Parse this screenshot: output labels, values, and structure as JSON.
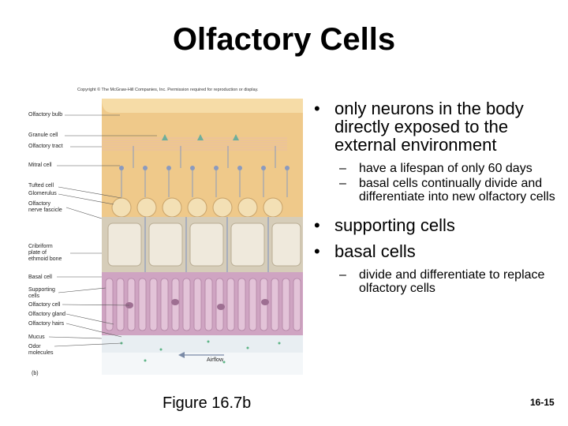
{
  "title": "Olfactory Cells",
  "copyright": "Copyright © The McGraw-Hill Companies, Inc. Permission required for reproduction or display.",
  "labels": [
    {
      "id": "olfactory-bulb",
      "text": "Olfactory bulb"
    },
    {
      "id": "granule-cell",
      "text": "Granule cell"
    },
    {
      "id": "olfactory-tract",
      "text": "Olfactory tract"
    },
    {
      "id": "mitral-cell",
      "text": "Mitral cell"
    },
    {
      "id": "tufted-cell",
      "text": "Tufted cell"
    },
    {
      "id": "glomerulus",
      "text": "Glomerulus"
    },
    {
      "id": "olfactory-nerve-fascicle",
      "text": "Olfactory\nnerve fascicle"
    },
    {
      "id": "cribriform-plate",
      "text": "Cribriform\nplate of\nethmoid bone"
    },
    {
      "id": "basal-cell",
      "text": "Basal cell"
    },
    {
      "id": "supporting-cells",
      "text": "Supporting\ncells"
    },
    {
      "id": "olfactory-cell",
      "text": "Olfactory cell"
    },
    {
      "id": "olfactory-gland",
      "text": "Olfactory gland"
    },
    {
      "id": "olfactory-hairs",
      "text": "Olfactory hairs"
    },
    {
      "id": "mucus",
      "text": "Mucus"
    },
    {
      "id": "odor-molecules",
      "text": "Odor\nmolecules"
    }
  ],
  "airflow": "Airflow",
  "panel_letter": "(b)",
  "figure_caption": "Figure 16.7b",
  "slide_number": "16-15",
  "bullets": {
    "b1": "only neurons in the body directly exposed to the external environment",
    "b1_sub1": "have a lifespan of only 60 days",
    "b1_sub2": "basal cells continually divide and differentiate into new olfactory cells",
    "b2": "supporting cells",
    "b3": "basal cells",
    "b3_sub1": "divide and differentiate to replace olfactory cells"
  },
  "colors": {
    "bulb": "#efc98a",
    "bone": "#d6cdb9",
    "epithelium": "#cfa4c2",
    "mucus": "#e8eef2",
    "glomerulus": "#f3e0b5",
    "neuron": "#8a9abf"
  }
}
